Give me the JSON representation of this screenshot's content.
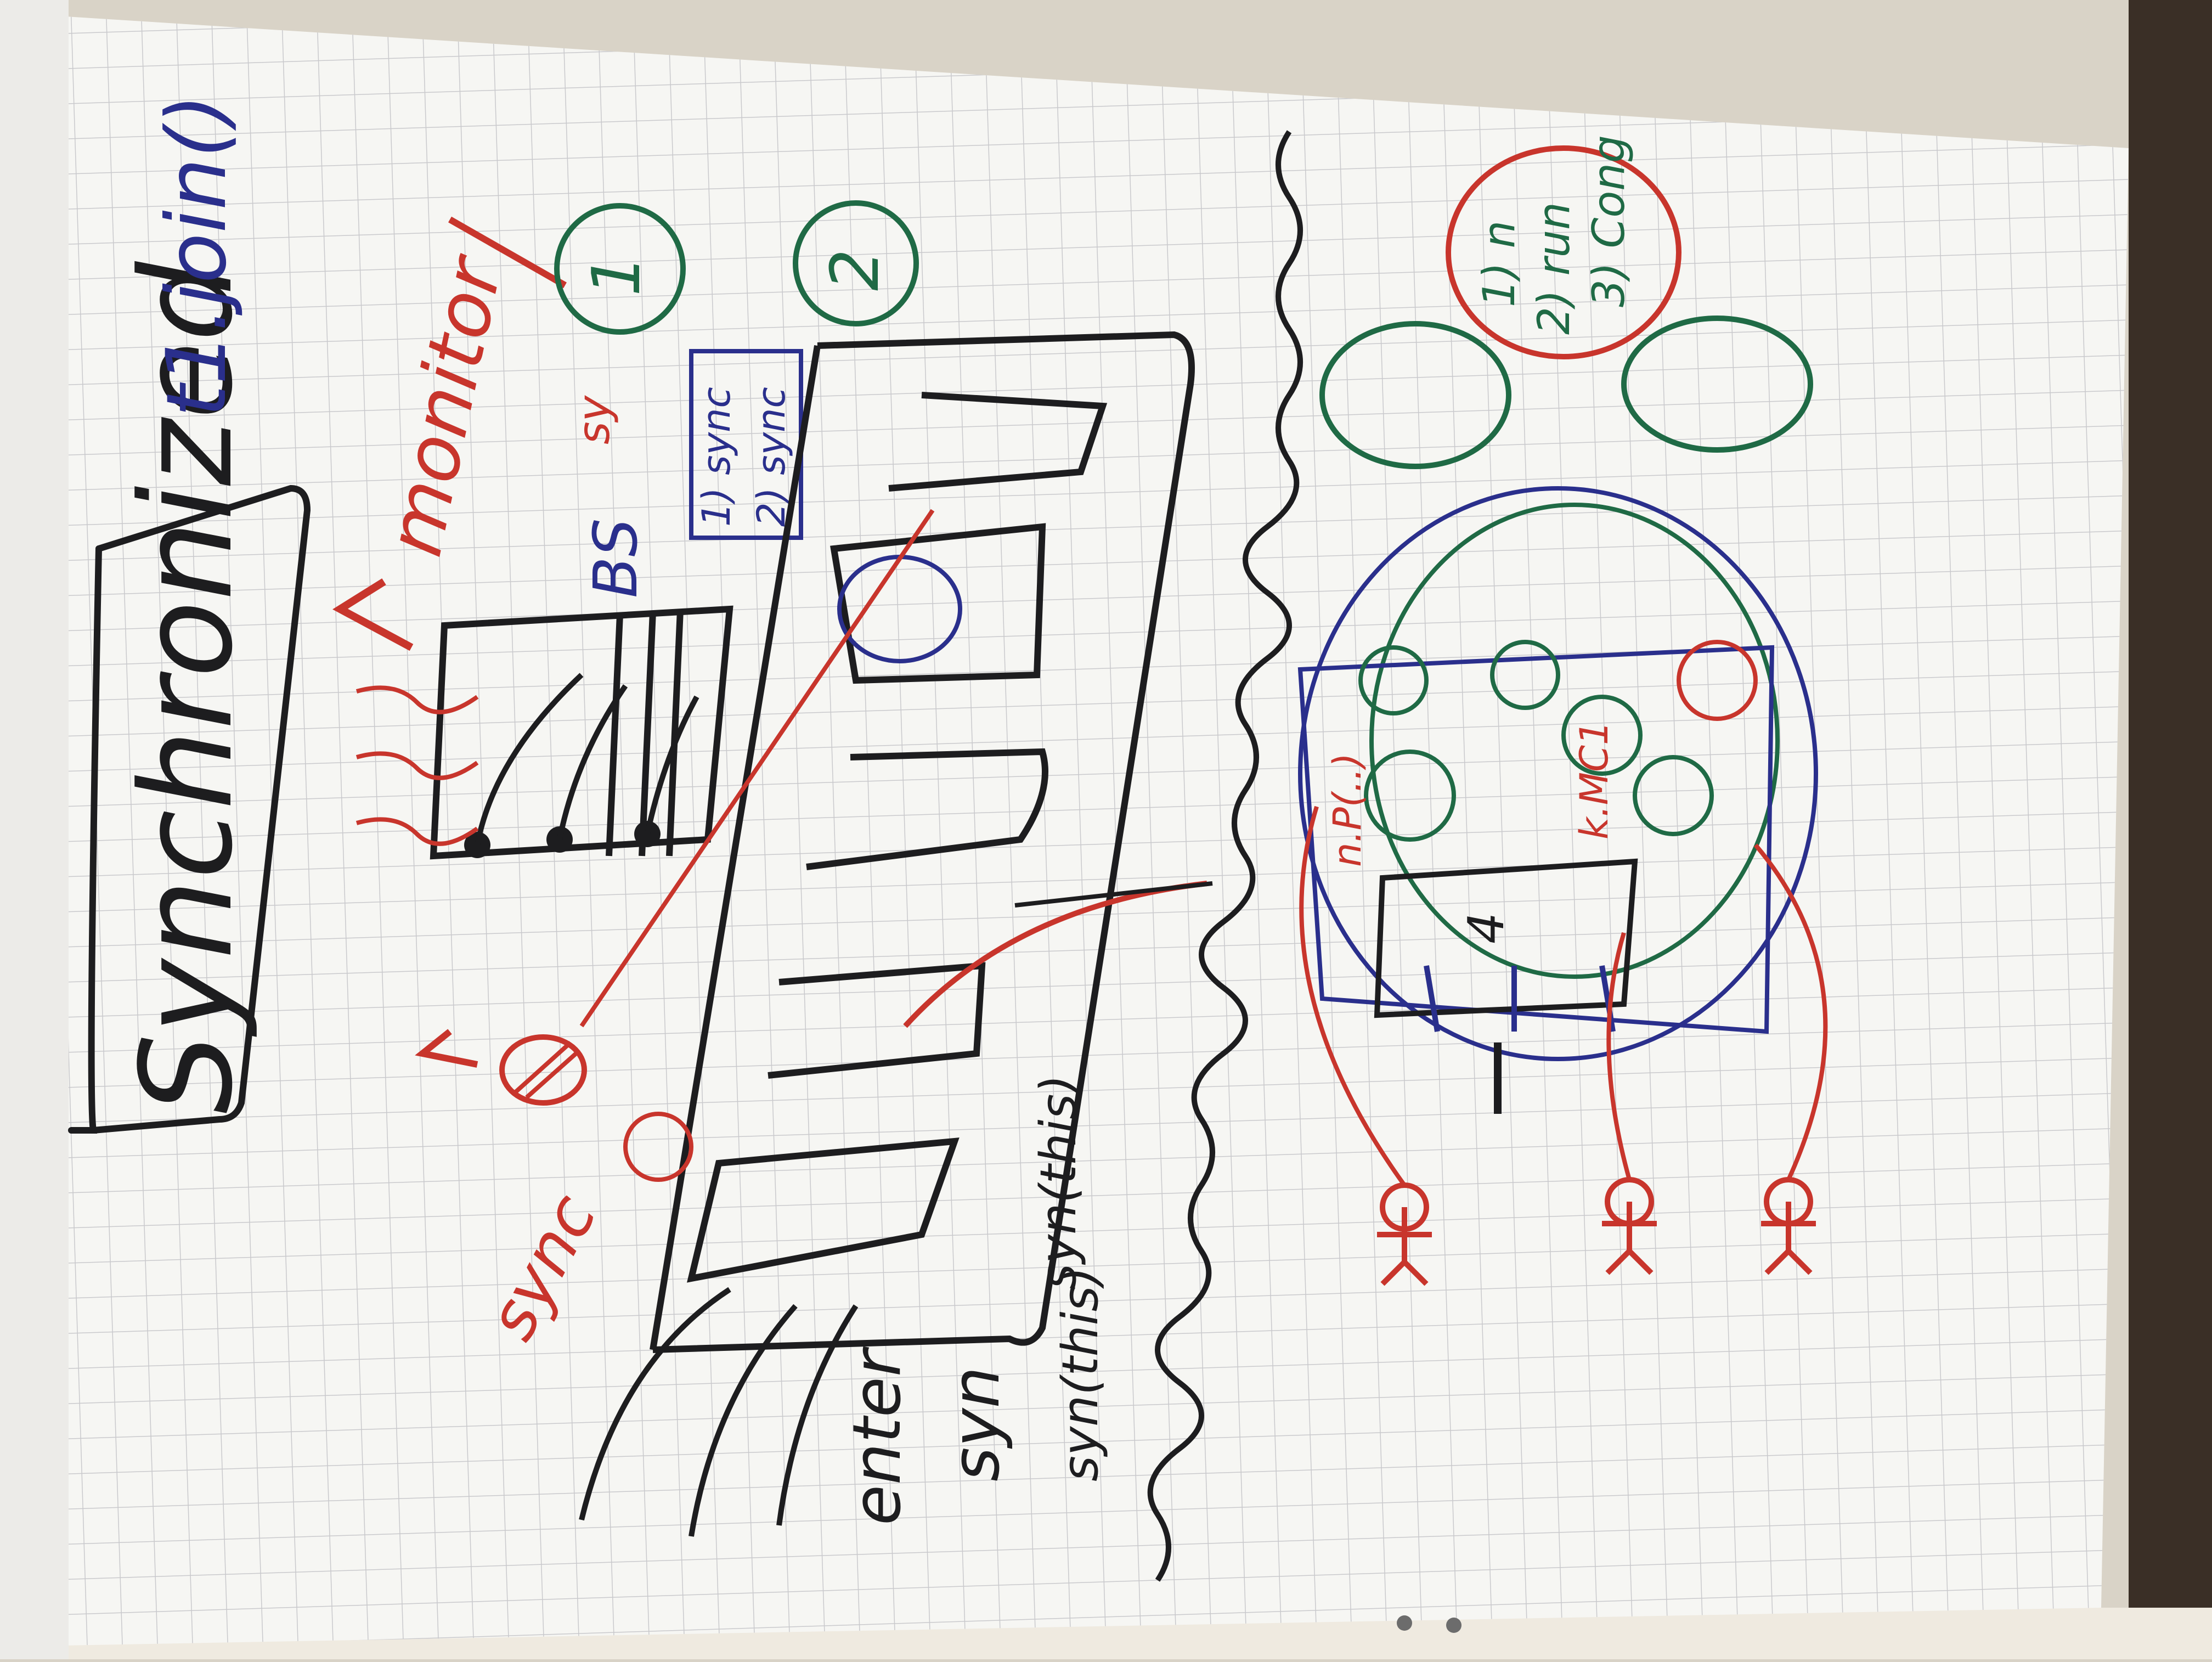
{
  "photo": {
    "subject": "flipchart",
    "orientation": "rotated-90-clockwise",
    "colors": {
      "wall": "#d9d3c7",
      "wall_shadow": "#bdb6a8",
      "paper": "#f6f6f3",
      "grid": "#c9c9cc",
      "black_marker": "#1d1d1f",
      "red_marker": "#c8352c",
      "green_marker": "#1f6a45",
      "blue_marker": "#2a2f8c",
      "easel": "#3a2f26"
    }
  },
  "texts": {
    "title": "Synchronized",
    "join_call": "t1.join()",
    "monitor": "monitor",
    "bs": "BS",
    "sync_word": "sync",
    "sync_short": "sy",
    "sync_list_1": "1) sync",
    "sync_list_2": "2) sync",
    "sync_this_1": "syn(this)",
    "sync_this_2": "syn(this)",
    "enter_word": "enter",
    "sy_word": "syn",
    "circle_1": "1",
    "circle_2": "2",
    "green_list_1": "1) n",
    "green_list_2": "2) run",
    "green_list_3": "3) Cong",
    "kmc": "k.MC1",
    "np": "n.P(..)",
    "inner_label": "4"
  }
}
